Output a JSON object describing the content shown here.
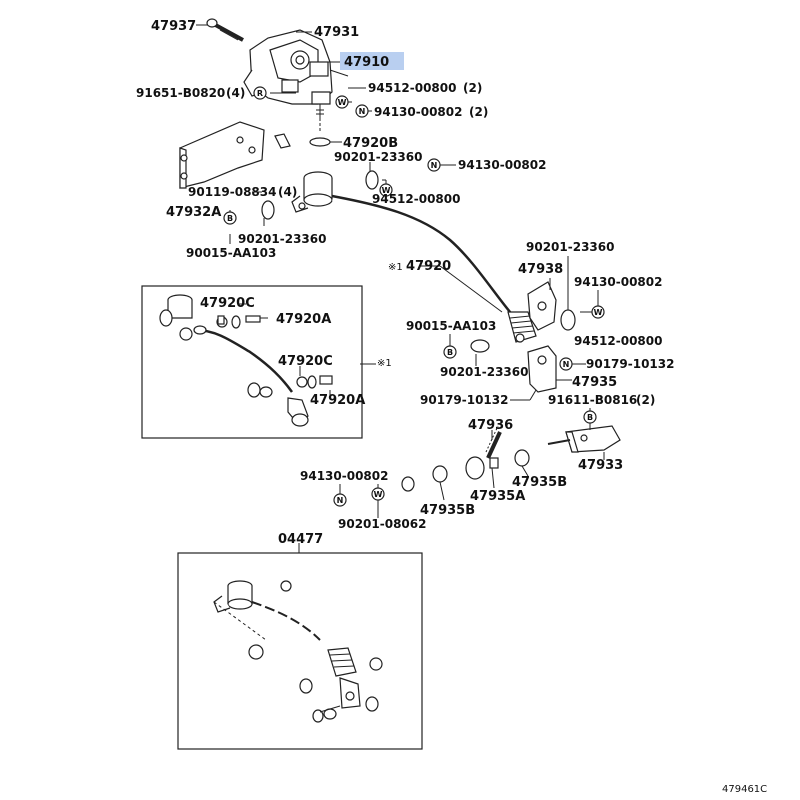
{
  "diagram": {
    "highlight_part": "47910",
    "footer_code": "479461C",
    "labels": {
      "p47937": "47937",
      "p47931": "47931",
      "p47910": "47910",
      "p91651": "91651-B0820",
      "p91651_qty": "(4)",
      "p94512a": "94512-00800",
      "p94512a_qty": "(2)",
      "p94130a": "94130-00802",
      "p94130a_qty": "(2)",
      "p47920B": "47920B",
      "p90201a": "90201-23360",
      "p94130b": "94130-00802",
      "p90119": "90119-08834",
      "p90119_qty": "(4)",
      "p94512b": "94512-00800",
      "p47932A": "47932A",
      "p90201b": "90201-23360",
      "p90015a": "90015-AA103",
      "p47920": "47920",
      "p47920_mark": "※1",
      "p90201c": "90201-23360",
      "p47938": "47938",
      "p94130c": "94130-00802",
      "p47920C_1": "47920C",
      "p47920A_1": "47920A",
      "p90015b": "90015-AA103",
      "p94512c": "94512-00800",
      "p90179a": "90179-10132",
      "p90201d": "90201-23360",
      "p47935": "47935",
      "p47920C_2": "47920C",
      "p47920A_2": "47920A",
      "inset_mark": "※1",
      "p90179b": "90179-10132",
      "p91611": "91611-B0816",
      "p91611_qty": "(2)",
      "p47936": "47936",
      "p47933": "47933",
      "p94130d": "94130-00802",
      "p47935B_1": "47935B",
      "p47935A": "47935A",
      "p47935B_2": "47935B",
      "p90201e": "90201-08062",
      "p04477": "04477"
    },
    "symbols": {
      "R": "R",
      "W": "W",
      "N": "N",
      "B": "B"
    }
  }
}
